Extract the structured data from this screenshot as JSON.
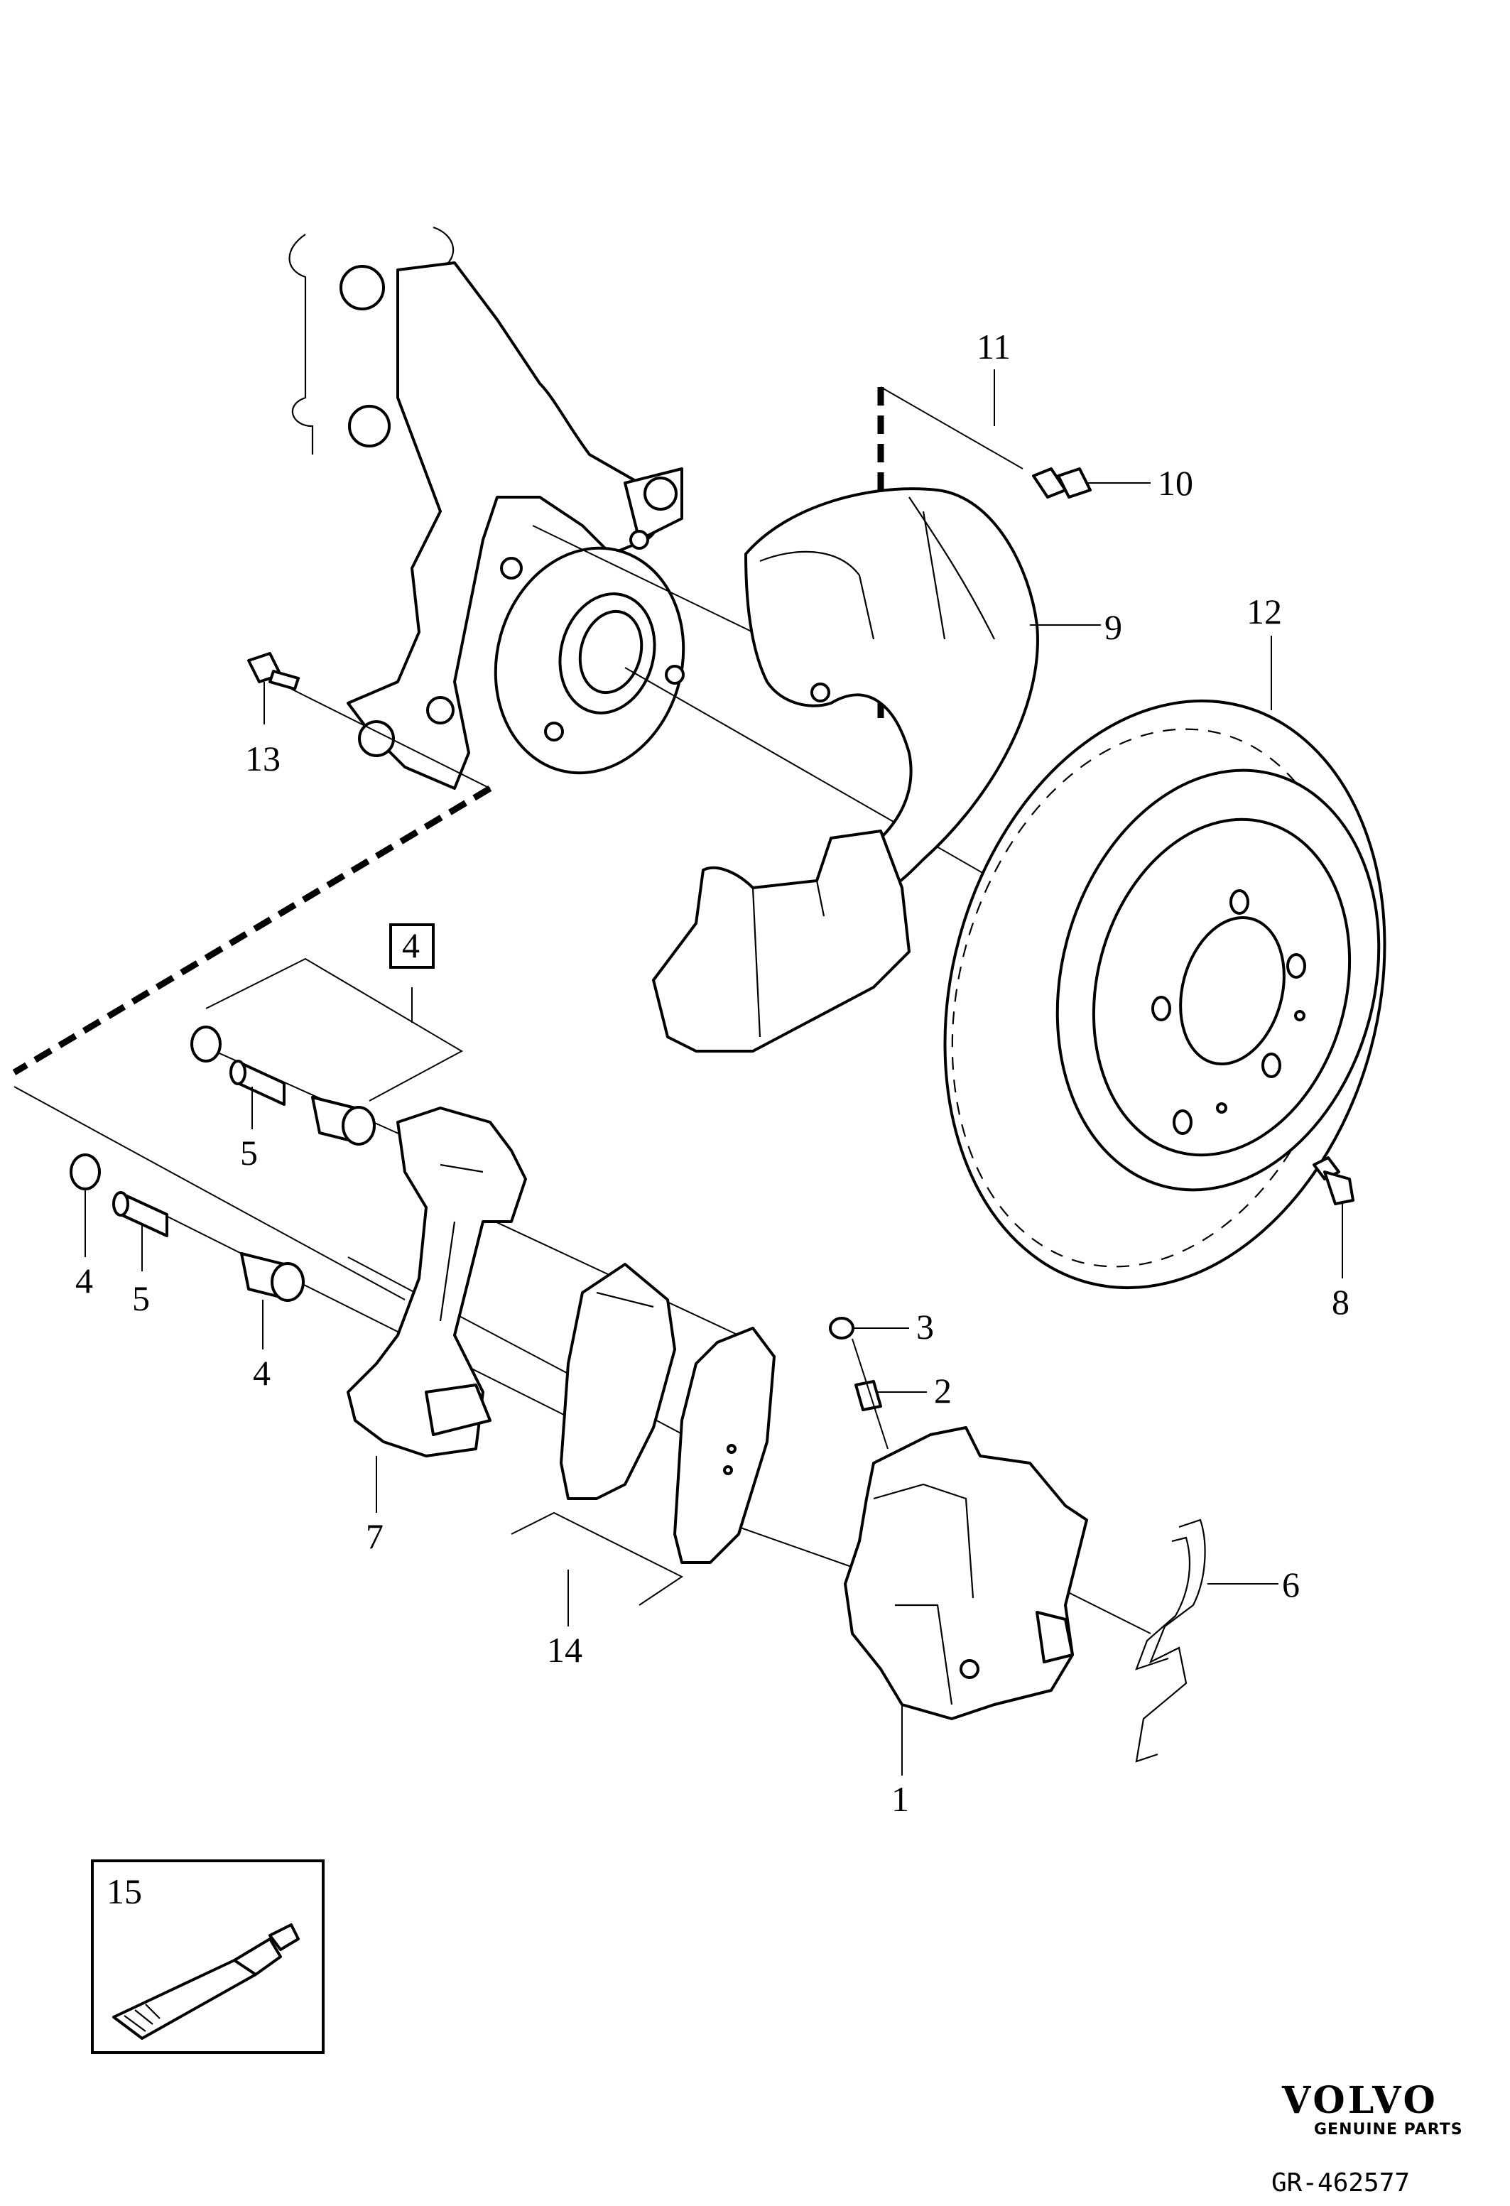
{
  "callouts": [
    "1",
    "2",
    "3",
    "4",
    "5",
    "6",
    "7",
    "8",
    "9",
    "10",
    "11",
    "12",
    "13",
    "14",
    "15"
  ],
  "labels": {
    "c1": "1",
    "c2": "2",
    "c3": "3",
    "c4_box": "4",
    "c4_left": "4",
    "c4_bush": "4",
    "c5_upper": "5",
    "c5_lower": "5",
    "c6": "6",
    "c7": "7",
    "c8": "8",
    "c9": "9",
    "c10": "10",
    "c11": "11",
    "c12": "12",
    "c13": "13",
    "c14": "14",
    "c15": "15"
  },
  "logo": {
    "brand": "VOLVO",
    "subtitle": "GENUINE PARTS"
  },
  "reference": "GR-462577",
  "colors": {
    "ink": "#000000",
    "paper": "#ffffff"
  }
}
